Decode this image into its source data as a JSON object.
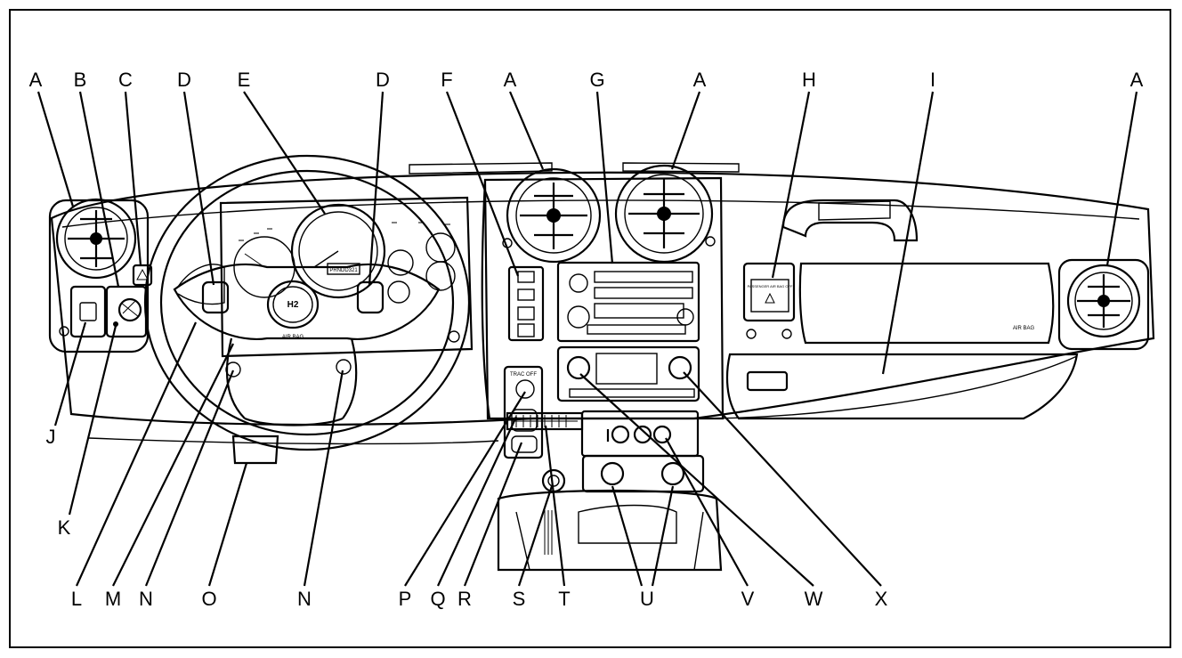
{
  "labels": {
    "A": "A",
    "B": "B",
    "C": "C",
    "D": "D",
    "E": "E",
    "F": "F",
    "G": "G",
    "H": "H",
    "I": "I",
    "J": "J",
    "K": "K",
    "L": "L",
    "M": "M",
    "N": "N",
    "O": "O",
    "P": "P",
    "Q": "Q",
    "R": "R",
    "S": "S",
    "T": "T",
    "U": "U",
    "V": "V",
    "W": "W",
    "X": "X"
  },
  "printed": {
    "airbag_wheel": "AIR BAG",
    "airbag_dash": "AIR BAG",
    "gear_display": "PRNDD321",
    "traction": "TRAC OFF",
    "passenger_airbag": "PASSENGER AIR BAG OFF",
    "hummer_logo": "H2"
  }
}
